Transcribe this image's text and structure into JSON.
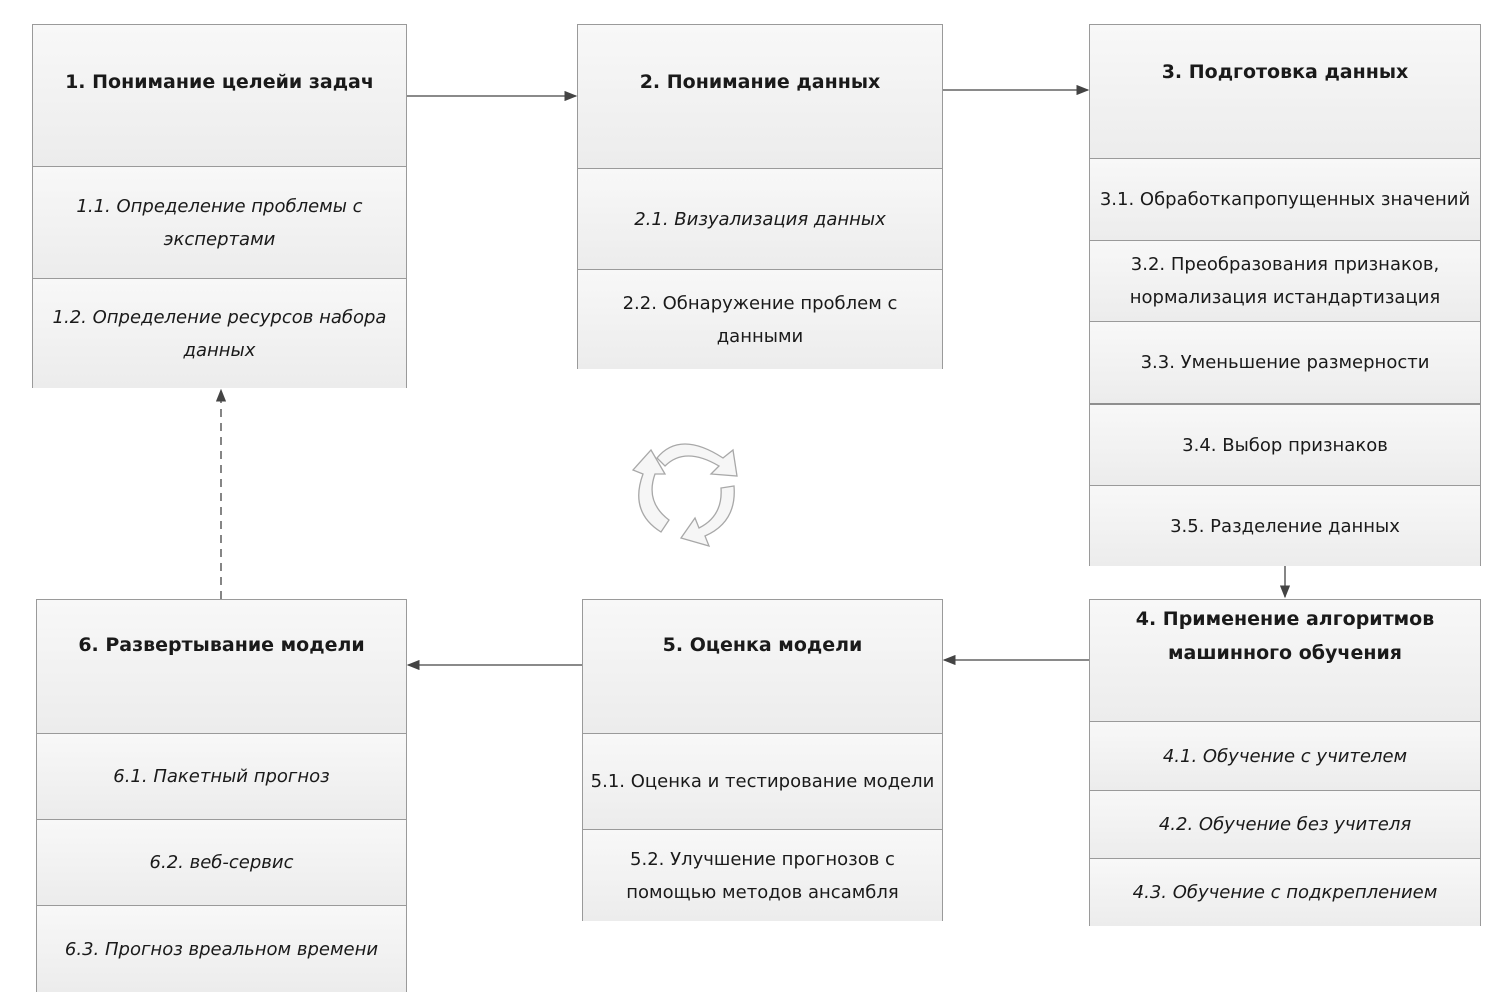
{
  "stages": {
    "s1": {
      "title": "1. Понимание целейи задач",
      "items": [
        "1.1. Определение проблемы с экспертами",
        "1.2. Определение ресурсов набора данных"
      ]
    },
    "s2": {
      "title": "2. Понимание данных",
      "items": [
        "2.1. Визуализация данных",
        "2.2. Обнаружение проблем с данными"
      ]
    },
    "s3": {
      "title": "3. Подготовка данных",
      "items": [
        "3.1. Обработкапропущенных значений",
        "3.2. Преобразования признаков, нормализация истандартизация",
        "3.3. Уменьшение размерности",
        "3.4. Выбор признаков",
        "3.5. Разделение данных"
      ]
    },
    "s4": {
      "title": "4. Применение алгоритмов машинного обучения",
      "items": [
        "4.1. Обучение с учителем",
        "4.2. Обучение без учителя",
        "4.3. Обучение с подкреплением"
      ]
    },
    "s5": {
      "title": "5. Оценка модели",
      "items": [
        "5.1. Оценка и тестирование модели",
        "5.2. Улучшение прогнозов с помощью методов ансамбля"
      ]
    },
    "s6": {
      "title": "6. Развертывание модели",
      "items": [
        "6.1. Пакетный прогноз",
        "6.2. веб-сервис",
        "6.3. Прогноз вреальном времени"
      ]
    }
  },
  "center_icon": "recycle-cycle-icon"
}
